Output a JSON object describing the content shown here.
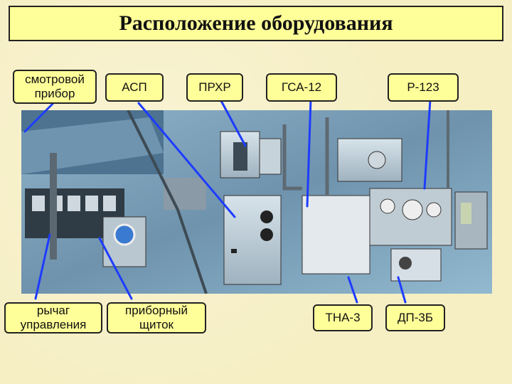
{
  "title": "Расположение оборудования",
  "labels": {
    "viewer": "смотровой прибор",
    "asp": "АСП",
    "prhr": "ПРХР",
    "gsa12": "ГСА-12",
    "r123": "Р-123",
    "lever": "рычаг управления",
    "panel": "приборный щиток",
    "tna3": "ТНА-3",
    "dp3b": "ДП-3Б"
  },
  "colors": {
    "label_fill": "#ffff99",
    "pointer": "#1e3cff",
    "background": "#f6efc4"
  }
}
